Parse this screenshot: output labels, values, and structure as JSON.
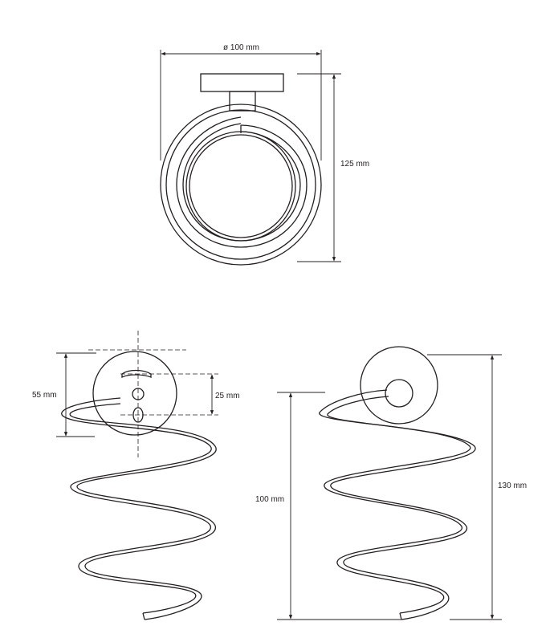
{
  "dimensions": {
    "top_diameter": "ø 100 mm",
    "top_height": "125 mm",
    "front_height": "55 mm",
    "hole_spacing": "25 mm",
    "side_spiral_height": "100 mm",
    "side_total_height": "130 mm"
  },
  "colors": {
    "line": "#231f20",
    "background": "#ffffff"
  }
}
